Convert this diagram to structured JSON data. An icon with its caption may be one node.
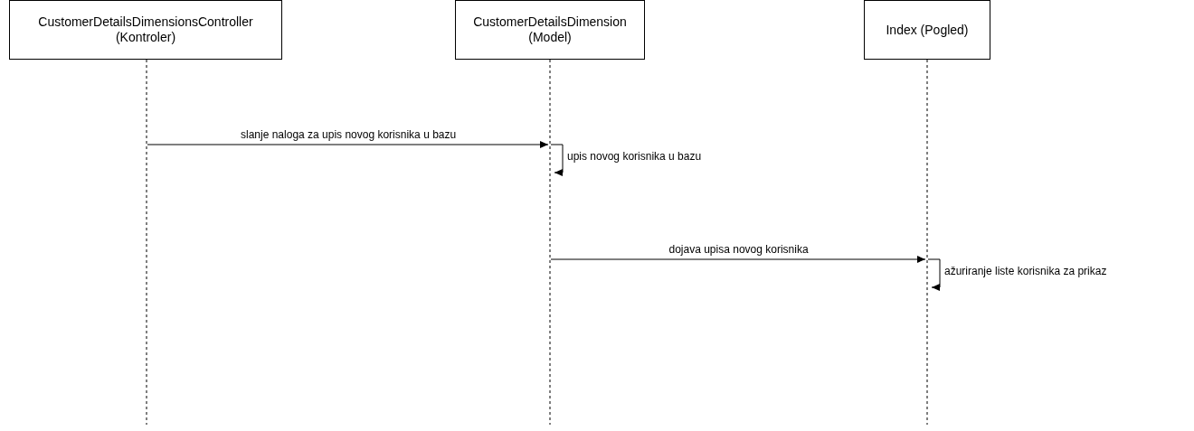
{
  "diagram": {
    "nodes": [
      {
        "text": [
          "CustomerDetailsDimensionsController (Kontroler)"
        ]
      },
      {
        "text": [
          "CustomerDetailsDimension (Model)"
        ]
      },
      {
        "text": [
          "Index (Pogled)"
        ]
      }
    ],
    "edges": [
      {
        "from": 0,
        "to": 1,
        "arrow": "to",
        "label": "slanje naloga za upis novog korisnika u bazu"
      },
      {
        "from": 1,
        "to": 1,
        "arrow": "to",
        "label": "upis novog korisnika u bazu"
      },
      {
        "from": 1,
        "to": 2,
        "arrow": "to",
        "label": "dojava upisa novog korisnika"
      },
      {
        "from": 2,
        "to": 2,
        "arrow": "to",
        "label": "ažuriranje liste korisnika za prikaz"
      }
    ]
  }
}
